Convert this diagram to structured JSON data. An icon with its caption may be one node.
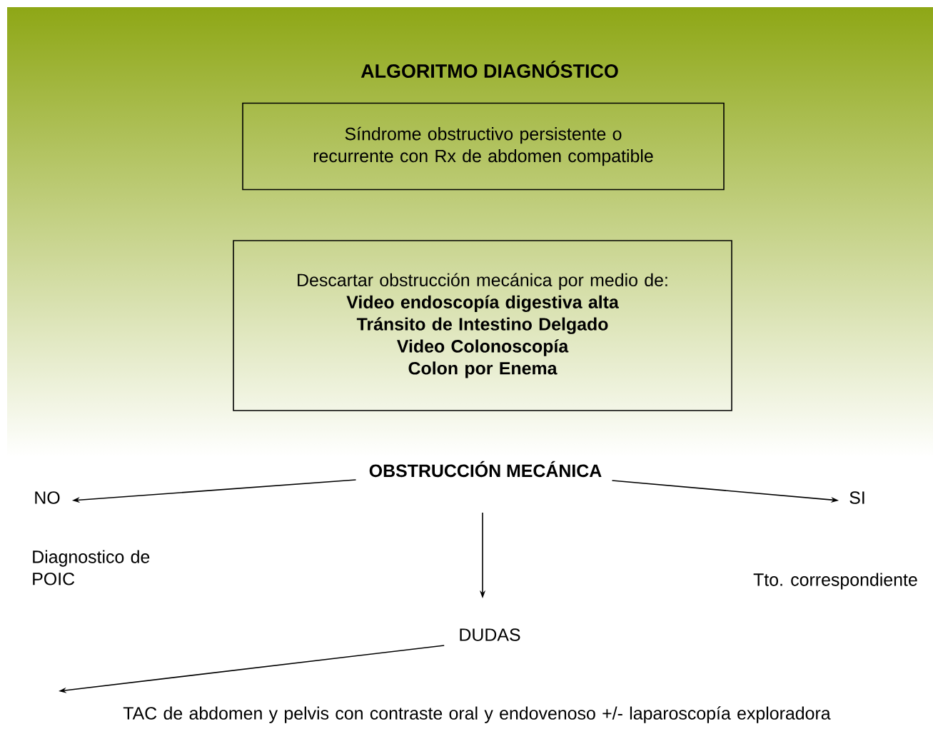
{
  "diagram": {
    "title": "ALGORITMO DIAGNÓSTICO",
    "nodes": [
      {
        "text": [
          "Síndrome obstructivo persistente o recurrente con Rx de abdomen compatible"
        ]
      },
      {
        "text": [
          "Descartar obstrucción mecánica por medio de:",
          "Video endoscopía digestiva alta",
          "Tránsito de Intestino Delgado",
          "Video Colonoscopía",
          "Colon por Enema"
        ]
      },
      {
        "text": [
          "OBSTRUCCIÓN MECÁNICA"
        ]
      },
      {
        "text": [
          "NO"
        ]
      },
      {
        "text": [
          "SI"
        ]
      },
      {
        "text": [
          "DUDAS"
        ]
      },
      {
        "text": [
          "TAC de abdomen y pelvis con contraste oral y endovenoso +/- laparoscopía exploradora"
        ]
      }
    ],
    "edges": [
      {
        "from": 2,
        "to": 3,
        "arrow": "to"
      },
      {
        "from": 2,
        "to": 4,
        "arrow": "to"
      },
      {
        "from": 2,
        "to": 5,
        "arrow": "to"
      },
      {
        "from": 5,
        "to": 6,
        "arrow": "to"
      }
    ],
    "labels": [
      "Diagnostico de POIC",
      "Tto. correspondiente"
    ]
  }
}
